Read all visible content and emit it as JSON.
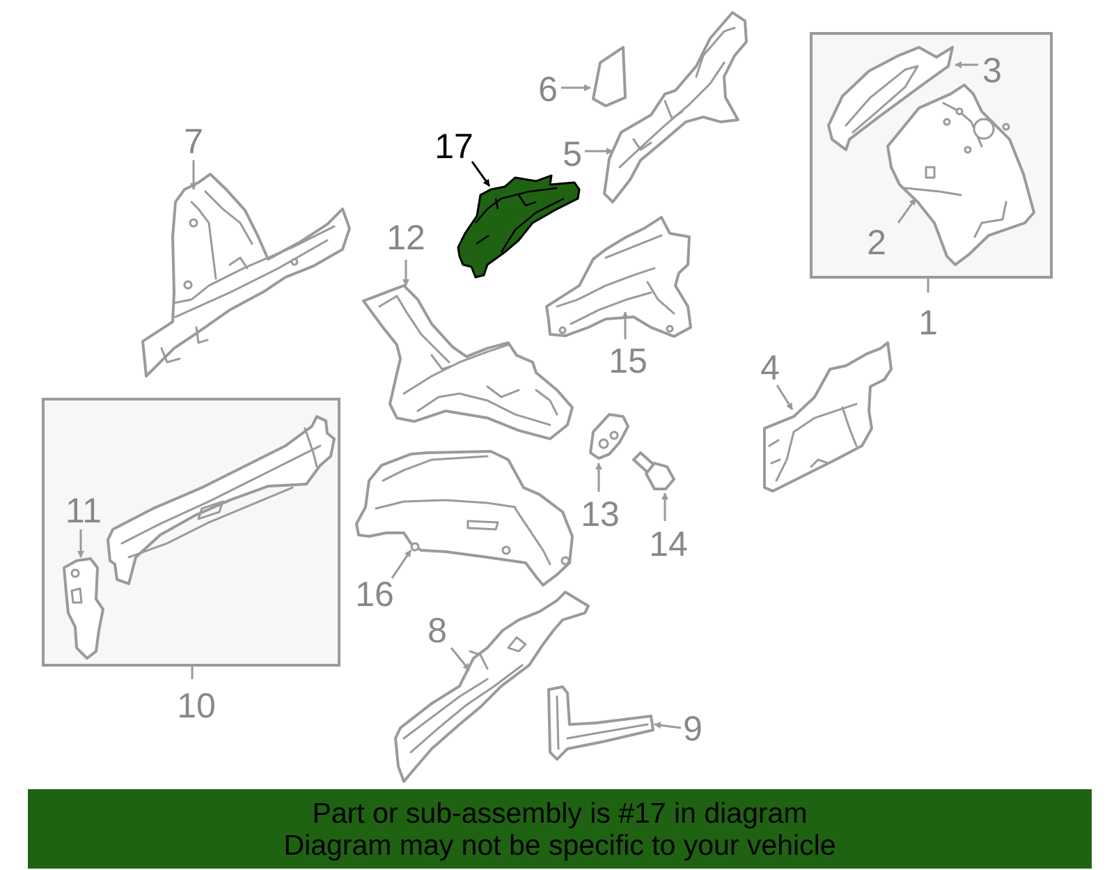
{
  "callouts": {
    "c1": "1",
    "c2": "2",
    "c3": "3",
    "c4": "4",
    "c5": "5",
    "c6": "6",
    "c7": "7",
    "c8": "8",
    "c9": "9",
    "c10": "10",
    "c11": "11",
    "c12": "12",
    "c13": "13",
    "c14": "14",
    "c15": "15",
    "c16": "16",
    "c17": "17"
  },
  "highlight": {
    "part_number": "17",
    "color": "#1f6312"
  },
  "colors": {
    "line": "#9a9a9a",
    "label": "#888888",
    "banner": "#1f6312"
  },
  "banner": {
    "line1": "Part or sub-assembly is #17 in diagram",
    "line2": "Diagram may not be specific to your vehicle"
  }
}
